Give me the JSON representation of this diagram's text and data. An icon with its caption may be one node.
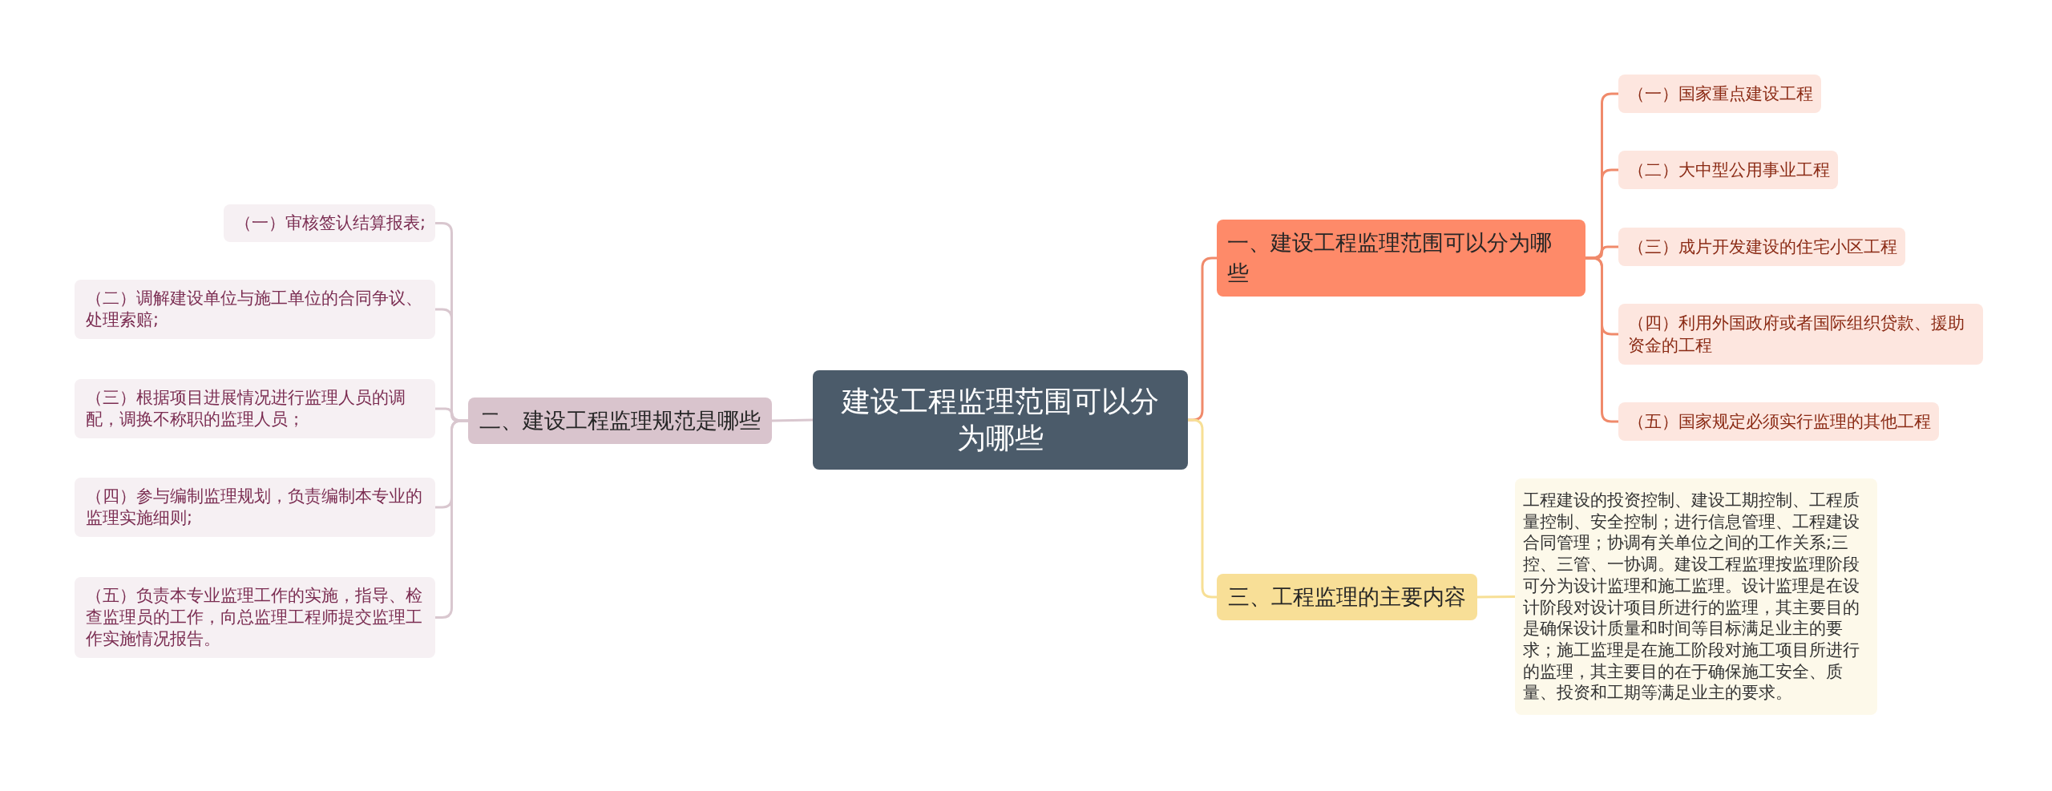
{
  "diagram": {
    "nodes": [
      {
        "text": [
          "建设工程监理范围可以分为哪些"
        ]
      },
      {
        "text": [
          "二、建设工程监理规范是哪些"
        ]
      },
      {
        "text": [
          "（一）审核签认结算报表;"
        ]
      },
      {
        "text": [
          "（二）调解建设单位与施工单位的合同争议、处理索赔;"
        ]
      },
      {
        "text": [
          "（三）根据项目进展情况进行监理人员的调配，调换不称职的监理人员；"
        ]
      },
      {
        "text": [
          "（四）参与编制监理规划，负责编制本专业的监理实施细则;"
        ]
      },
      {
        "text": [
          "（五）负责本专业监理工作的实施，指导、检查监理员的工作，向总监理工程师提交监理工作实施情况报告。"
        ]
      },
      {
        "text": [
          "一、建设工程监理范围可以分为哪些"
        ]
      },
      {
        "text": [
          "（一）国家重点建设工程"
        ]
      },
      {
        "text": [
          "（二）大中型公用事业工程"
        ]
      },
      {
        "text": [
          "（三）成片开发建设的住宅小区工程"
        ]
      },
      {
        "text": [
          "（四）利用外国政府或者国际组织贷款、援助资金的工程"
        ]
      },
      {
        "text": [
          "（五）国家规定必须实行监理的其他工程"
        ]
      },
      {
        "text": [
          "三、工程监理的主要内容"
        ]
      },
      {
        "text": [
          "工程建设的投资控制、建设工期控制、工程质量控制、安全控制；进行信息管理、工程建设合同管理；协调有关单位之间的工作关系;三控、三管、一协调。建设工程监理按监理阶段可分为设计监理和施工监理。设计监理是在设计阶段对设计项目所进行的监理，其主要目的是确保设计质量和时间等目标满足业主的要求；施工监理是在施工阶段对施工项目所进行的监理，其主要目的在于确保施工安全、质量、投资和工期等满足业主的要求。"
        ]
      }
    ],
    "edges": [
      {
        "from": 0,
        "to": 1,
        "arrow": "none",
        "color": "#d9c7cf"
      },
      {
        "from": 1,
        "to": 2,
        "arrow": "none",
        "color": "#d9c7cf"
      },
      {
        "from": 1,
        "to": 3,
        "arrow": "none",
        "color": "#d9c7cf"
      },
      {
        "from": 1,
        "to": 4,
        "arrow": "none",
        "color": "#d9c7cf"
      },
      {
        "from": 1,
        "to": 5,
        "arrow": "none",
        "color": "#d9c7cf"
      },
      {
        "from": 1,
        "to": 6,
        "arrow": "none",
        "color": "#d9c7cf"
      },
      {
        "from": 0,
        "to": 7,
        "arrow": "none",
        "color": "#f08a6b"
      },
      {
        "from": 7,
        "to": 8,
        "arrow": "none",
        "color": "#f08a6b"
      },
      {
        "from": 7,
        "to": 9,
        "arrow": "none",
        "color": "#f08a6b"
      },
      {
        "from": 7,
        "to": 10,
        "arrow": "none",
        "color": "#f08a6b"
      },
      {
        "from": 7,
        "to": 11,
        "arrow": "none",
        "color": "#f08a6b"
      },
      {
        "from": 7,
        "to": 12,
        "arrow": "none",
        "color": "#f08a6b"
      },
      {
        "from": 0,
        "to": 13,
        "arrow": "none",
        "color": "#f7df95"
      },
      {
        "from": 13,
        "to": 14,
        "arrow": "none",
        "color": "#f7df95"
      }
    ]
  }
}
